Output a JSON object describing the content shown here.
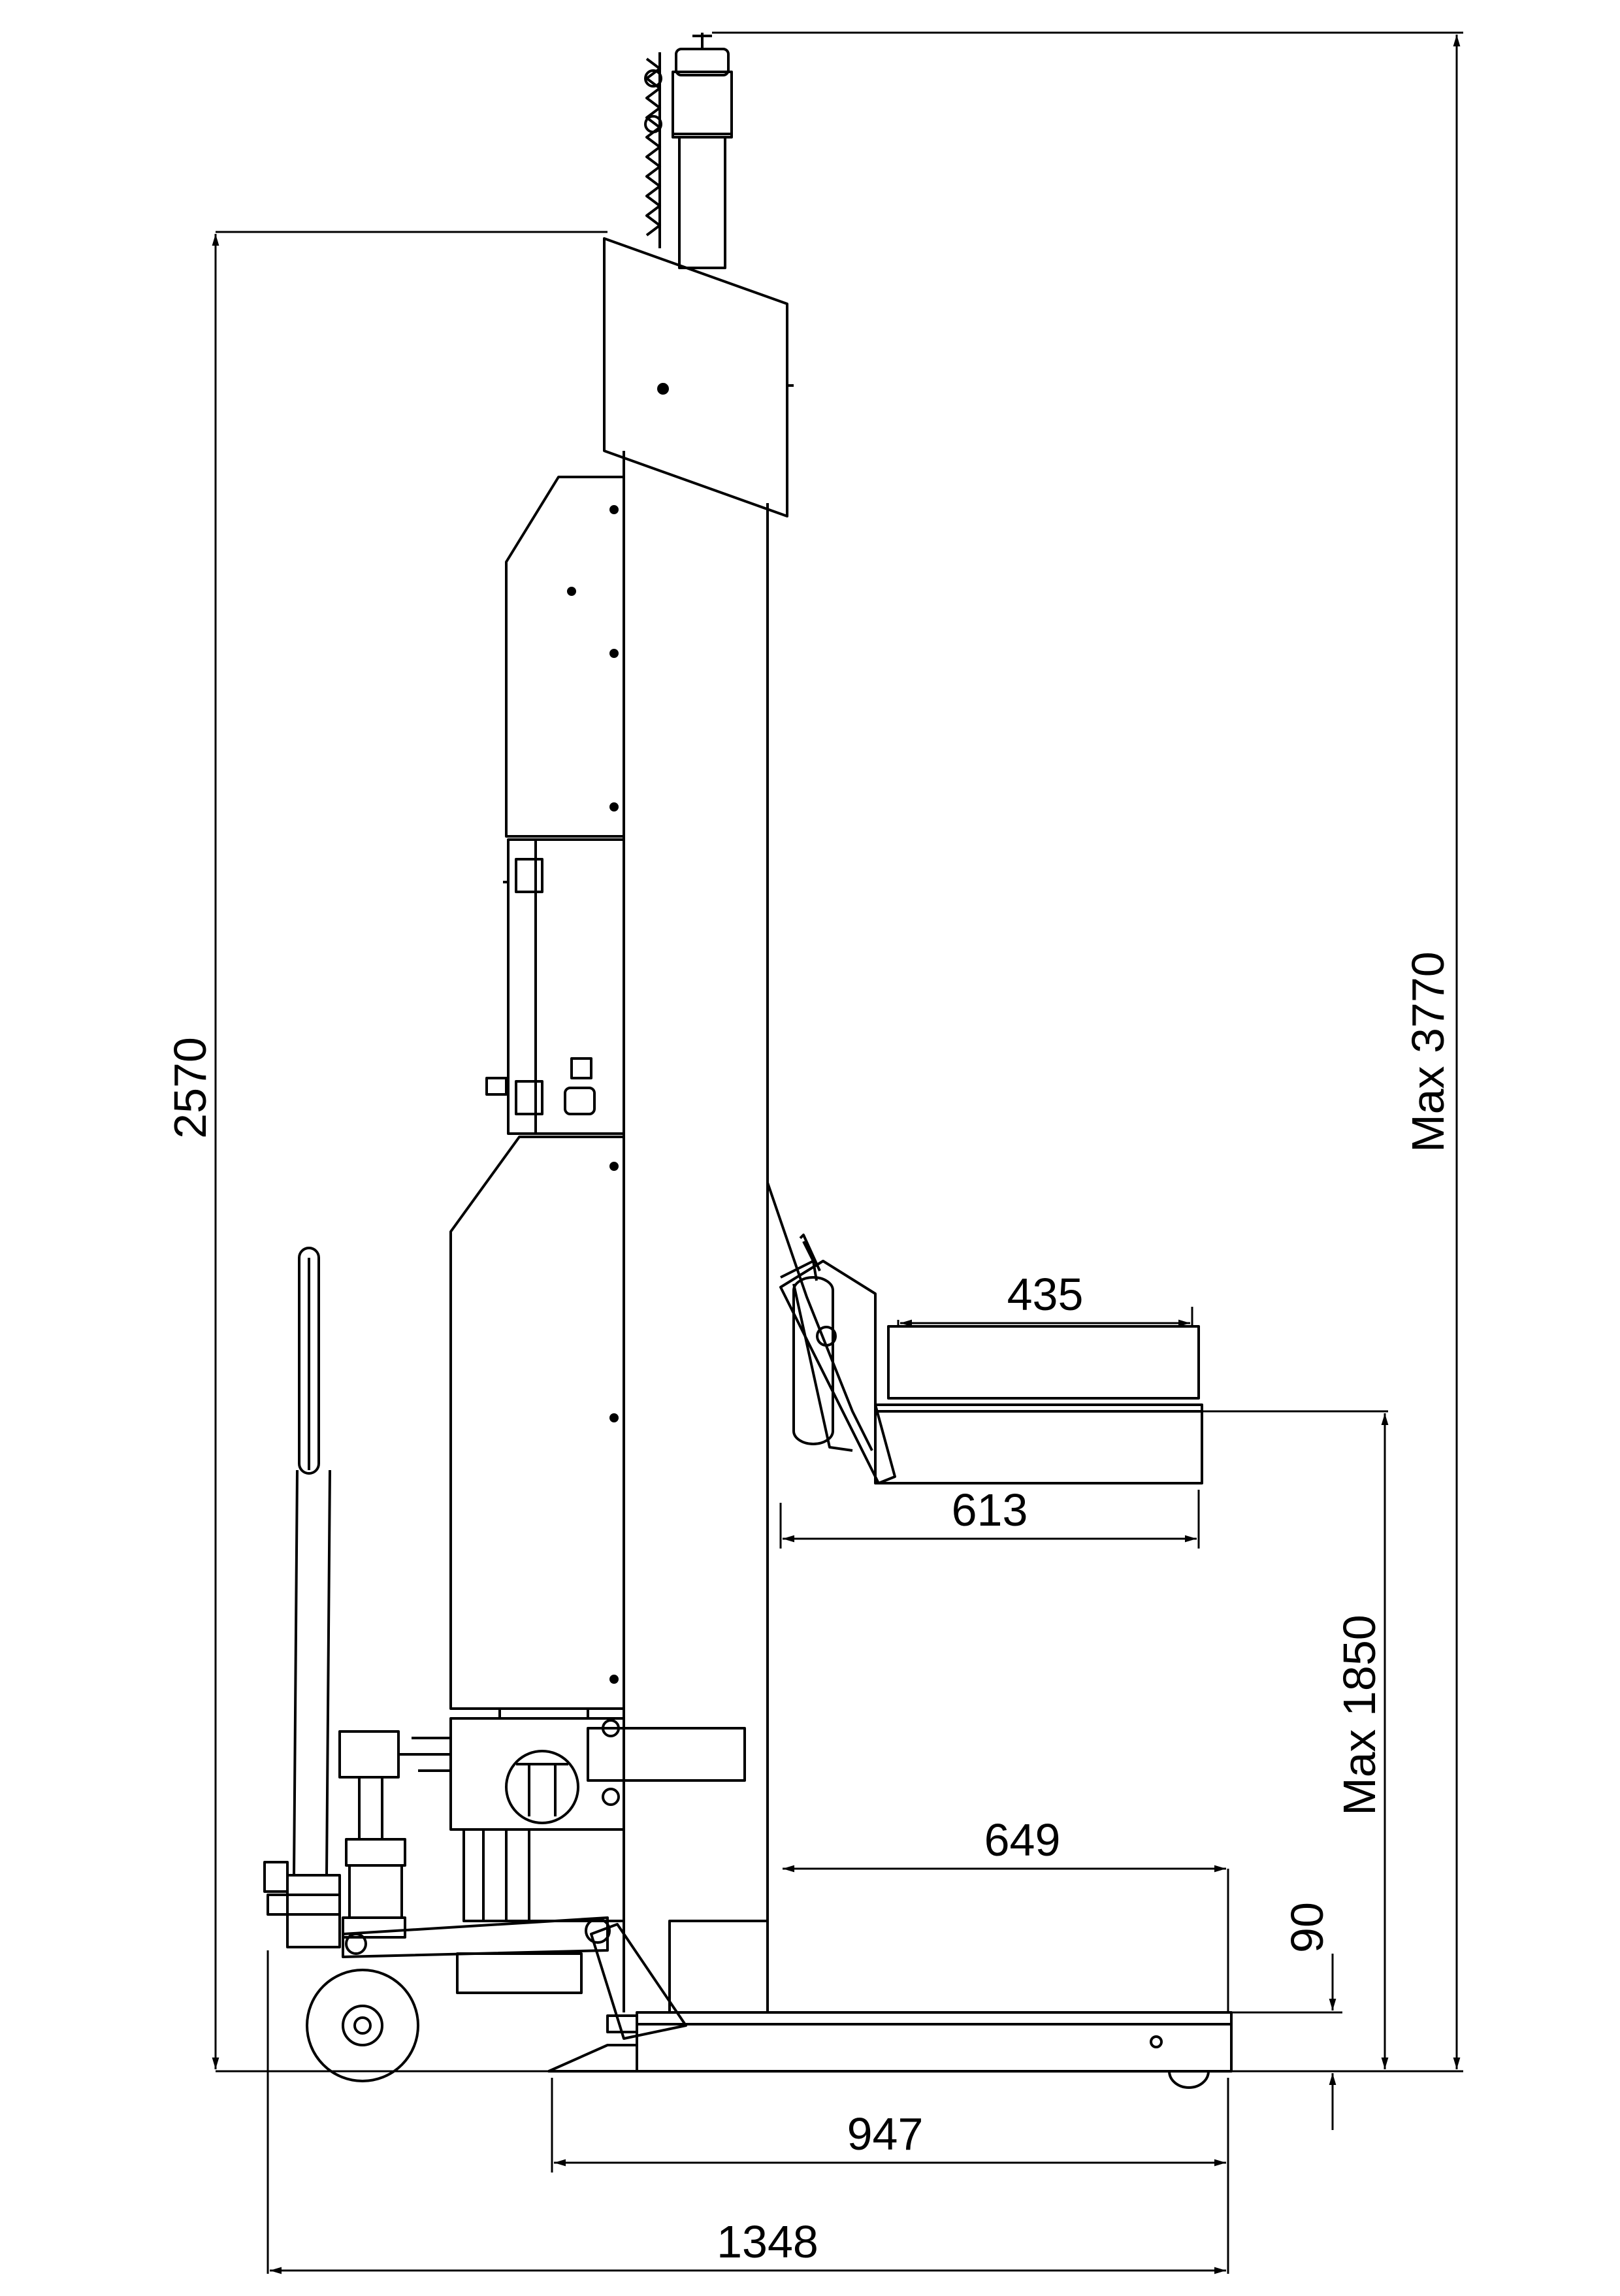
{
  "dimensions": {
    "overall_height": "2570",
    "max_height": "Max 3770",
    "max_lift_height": "Max 1850",
    "arm_width": "435",
    "arm_reach": "613",
    "fork_length": "649",
    "ground_clearance": "90",
    "base_length": "947",
    "overall_length": "1348"
  },
  "colors": {
    "line": "#000000",
    "background": "#ffffff"
  }
}
